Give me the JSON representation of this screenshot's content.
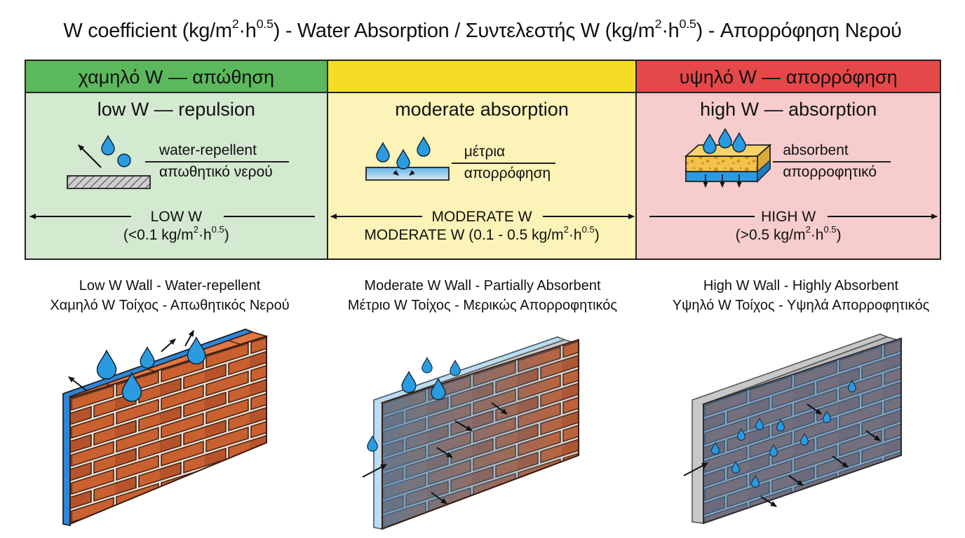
{
  "title": {
    "a": "W coefficient (kg/m",
    "sup1": "2",
    "b": "·h",
    "sup2": "0.5",
    "c": ") - Water Absorption / Συντελεστής W (kg/m",
    "sup3": "2",
    "d": "·h",
    "sup4": "0.5",
    "e": ") - Απορρόφηση Νερού"
  },
  "colors": {
    "header_low": "#5cb85c",
    "header_moderate": "#f5dc27",
    "header_high": "#e54848",
    "bg_low": "#d3e9d0",
    "bg_moderate": "#fbf3b7",
    "bg_high": "#f6cccc",
    "water": "#2a9be0",
    "brick": "#c9602f"
  },
  "columns": [
    {
      "id": "low",
      "header": "χαμηλό W — απώθηση",
      "subheader": "low W — repulsion",
      "desc_en": "water-repellent",
      "desc_gr": "απωθητικό νερού",
      "level": "LOW W",
      "range_a": "(<0.1 kg/m",
      "range_sup1": "2",
      "range_b": "·h",
      "range_sup2": "0.5",
      "range_c": ")",
      "icon": "water-repellent-surface-icon"
    },
    {
      "id": "moderate",
      "header": "",
      "subheader": "moderate absorption",
      "desc_en": "μέτρια",
      "desc_gr": "απορρόφηση",
      "level": "MODERATE W",
      "range_a": "MODERATE W (0.1 - 0.5 kg/m",
      "range_sup1": "2",
      "range_b": "·h",
      "range_sup2": "0.5",
      "range_c": ")",
      "icon": "partial-absorption-surface-icon"
    },
    {
      "id": "high",
      "header": "υψηλό W — απορρόφηση",
      "subheader": "high W — absorption",
      "desc_en": "absorbent",
      "desc_gr": "απορροφητικό",
      "level": "HIGH W",
      "range_a": "(>0.5 kg/m",
      "range_sup1": "2",
      "range_b": "·h",
      "range_sup2": "0.5",
      "range_c": ")",
      "icon": "sponge-icon"
    }
  ],
  "walls": [
    {
      "caption_en": "Low W Wall - Water-repellent",
      "caption_gr": "Χαμηλό W Τοίχος - Απωθητικός Νερού",
      "icon": "brick-wall-repellent-icon"
    },
    {
      "caption_en": "Moderate W Wall - Partially Absorbent",
      "caption_gr": "Μέτριο W Τοίχος - Μερικώς Απορροφητικός",
      "icon": "brick-wall-partial-icon"
    },
    {
      "caption_en": "High W Wall - Highly Absorbent",
      "caption_gr": "Υψηλό W Τοίχος - Υψηλά Απορροφητικός",
      "icon": "brick-wall-absorbent-icon"
    }
  ]
}
